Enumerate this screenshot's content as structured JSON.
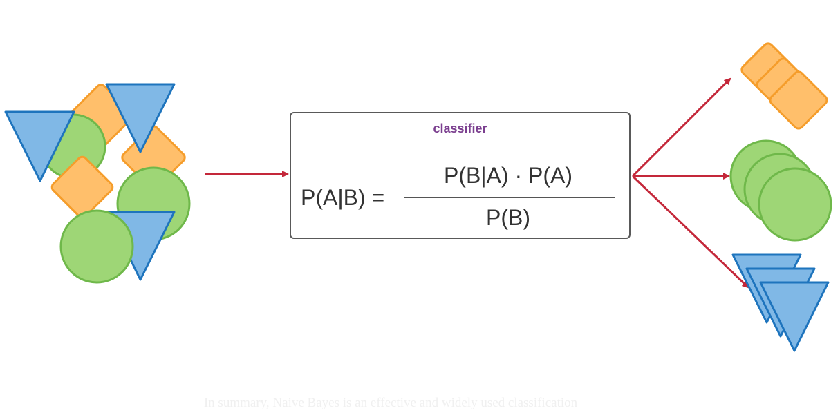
{
  "diagram": {
    "classifier_label": "classifier",
    "formula": {
      "lhs": "P(A|B) =",
      "numerator": "P(B|A) · P(A)",
      "denominator": "P(B)"
    }
  },
  "caption": "In summary, Naive Bayes is an effective and widely used classification",
  "colors": {
    "square_fill": "#ffbf6b",
    "square_stroke": "#f59d2b",
    "circle_fill": "#9ed676",
    "circle_stroke": "#6fb84a",
    "triangle_fill": "#80b8e6",
    "triangle_stroke": "#1e74bd",
    "arrow": "#c4283a",
    "box_border": "#595959",
    "label": "#7b3f8f"
  }
}
